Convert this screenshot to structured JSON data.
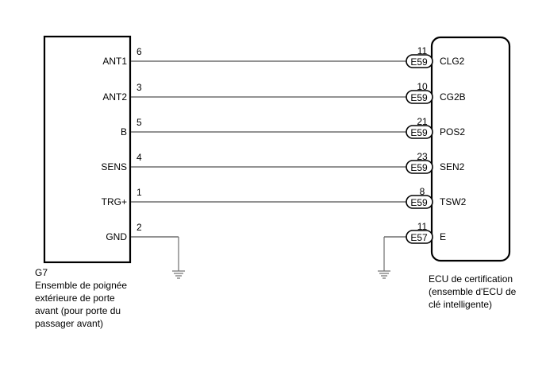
{
  "left_component": {
    "code": "G7",
    "name": "Ensemble de poignée\nextérieure de porte\navant (pour porte du\npassager avant)",
    "pins": [
      {
        "label": "ANT1",
        "number": "6"
      },
      {
        "label": "ANT2",
        "number": "3"
      },
      {
        "label": "B",
        "number": "5"
      },
      {
        "label": "SENS",
        "number": "4"
      },
      {
        "label": "TRG+",
        "number": "1"
      },
      {
        "label": "GND",
        "number": "2"
      }
    ]
  },
  "right_component": {
    "name": "ECU de certification\n(ensemble d'ECU de\nclé intelligente)",
    "pins": [
      {
        "label": "CLG2",
        "number": "11",
        "connector": "E59"
      },
      {
        "label": "CG2B",
        "number": "10",
        "connector": "E59"
      },
      {
        "label": "POS2",
        "number": "21",
        "connector": "E59"
      },
      {
        "label": "SEN2",
        "number": "23",
        "connector": "E59"
      },
      {
        "label": "TSW2",
        "number": "8",
        "connector": "E59"
      },
      {
        "label": "E",
        "number": "11",
        "connector": "E57"
      }
    ]
  },
  "wire_color": "#6e6e6e",
  "ground_symbols": [
    "left-ground",
    "right-ground"
  ]
}
